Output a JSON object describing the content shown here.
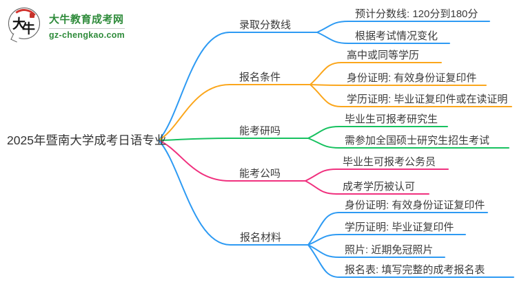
{
  "logo": {
    "symbol_char_1": "大",
    "symbol_char_2": "牛",
    "title": "大牛教育成考网",
    "url": "gz-chengkao.com",
    "brand_color": "#2E8B3A",
    "accent_red": "#C5332C"
  },
  "root": {
    "label": "2025年暨南大学成考日语专业"
  },
  "branches": [
    {
      "label": "录取分数线",
      "color": "#2D9AF3",
      "children": [
        "预计分数线: 120分到180分",
        "根据考试情况变化"
      ]
    },
    {
      "label": "报名条件",
      "color": "#FBA61B",
      "children": [
        "高中或同等学历",
        "身份证明: 有效身份证复印件",
        "学历证明: 毕业证复印件或在读证明"
      ]
    },
    {
      "label": "能考研吗",
      "color": "#16C15F",
      "children": [
        "毕业生可报考研究生",
        "需参加全国硕士研究生招生考试"
      ]
    },
    {
      "label": "能考公吗",
      "color": "#F0307E",
      "children": [
        "毕业生可报考公务员",
        "成考学历被认可"
      ]
    },
    {
      "label": "报名材料",
      "color": "#2D9AF3",
      "children": [
        "身份证明: 有效身份证证复印件",
        "学历证明: 毕业证复印件",
        "照片: 近期免冠照片",
        "报名表: 填写完整的成考报名表"
      ]
    }
  ]
}
